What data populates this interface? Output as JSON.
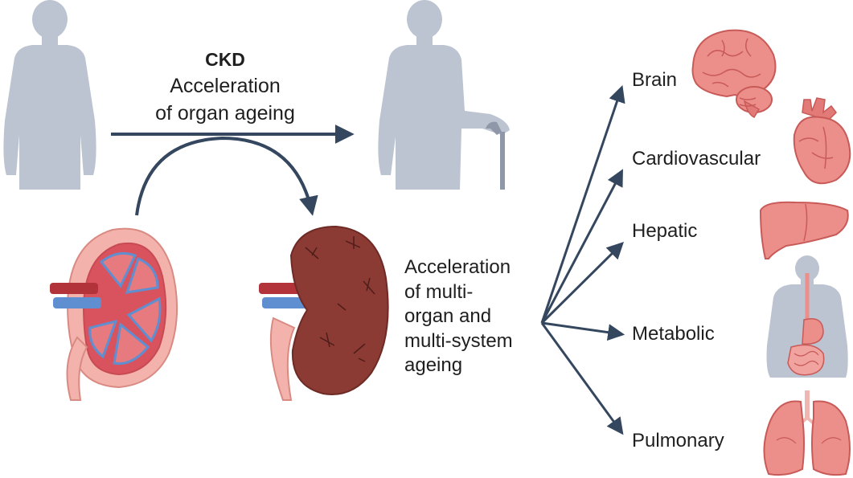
{
  "ckd": {
    "title": "CKD",
    "line1": "Acceleration",
    "line2": "of organ ageing"
  },
  "multi": {
    "line1": "Acceleration",
    "line2": "of multi-",
    "line3": "organ and",
    "line4": "multi-system",
    "line5": "ageing"
  },
  "organs": {
    "brain": "Brain",
    "cardiovascular": "Cardiovascular",
    "hepatic": "Hepatic",
    "metabolic": "Metabolic",
    "pulmonary": "Pulmonary"
  },
  "colors": {
    "silhouette": "#bcc3d1",
    "arrow": "#34475f",
    "organ_pink": "#ec8f8b",
    "organ_outline": "#c85a58",
    "kidney_healthy": "#d9535f",
    "kidney_diseased": "#8b3a34",
    "vein_blue": "#5f8fd0",
    "artery_red": "#b23339"
  },
  "icons": [
    "young-person-silhouette",
    "elderly-person-with-cane-silhouette",
    "healthy-kidney-cross-section",
    "diseased-kidney",
    "brain-icon",
    "heart-icon",
    "liver-icon",
    "digestive-tract-icon",
    "lungs-icon"
  ]
}
